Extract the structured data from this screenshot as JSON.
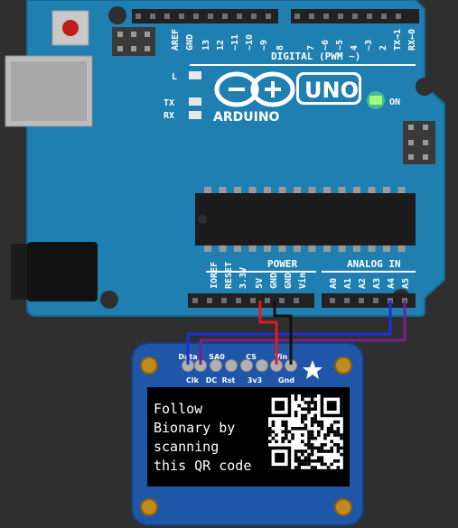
{
  "board": {
    "brand": "ARDUINO",
    "model": "UNO",
    "on_label": "ON",
    "led_l": "L",
    "led_tx": "TX",
    "led_rx": "RX",
    "digital_label": "DIGITAL (PWM ~)",
    "digital_pins": [
      "AREF",
      "GND",
      "13",
      "12",
      "~11",
      "~10",
      "~9",
      "8",
      "7",
      "~6",
      "~5",
      "4",
      "~3",
      "2",
      "TX→1",
      "RX←0"
    ],
    "power_label": "POWER",
    "power_pins": [
      "IOREF",
      "RESET",
      "3.3V",
      "5V",
      "GND",
      "GND",
      "Vin"
    ],
    "analog_label": "ANALOG IN",
    "analog_pins": [
      "A0",
      "A1",
      "A2",
      "A3",
      "A4",
      "A5"
    ]
  },
  "oled": {
    "pin_labels_top": [
      "Data",
      "SA0",
      "CS",
      "Vin"
    ],
    "pin_labels_bottom": [
      "Clk",
      "DC",
      "Rst",
      "3v3",
      "Gnd"
    ],
    "screen_lines": [
      "Follow",
      "Bionary by",
      "scanning",
      "this QR code"
    ]
  },
  "wires": {
    "colors": {
      "red": "#e31b1b",
      "black": "#111111",
      "blue": "#1f2fd6",
      "purple": "#7a1f8f"
    }
  }
}
